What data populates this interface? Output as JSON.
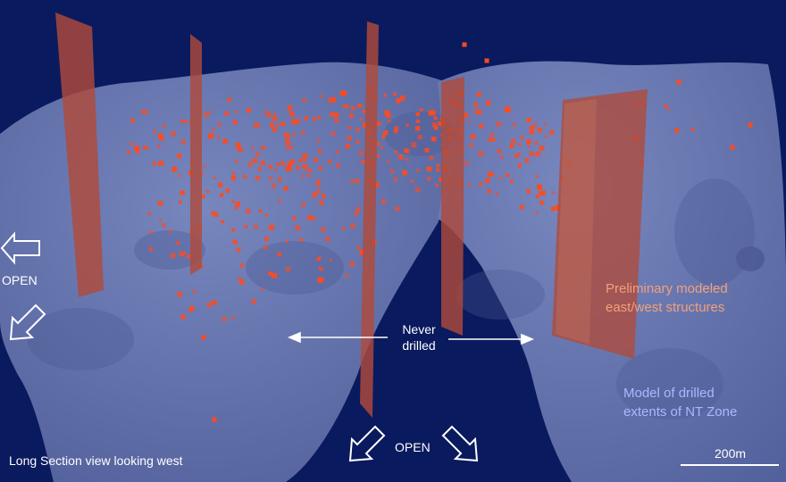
{
  "labels": {
    "open_west": "OPEN",
    "open_bottom": "OPEN",
    "never_drilled_line1": "Never",
    "never_drilled_line2": "drilled",
    "structures_line1": "Preliminary modeled",
    "structures_line2": "east/west structures",
    "model_line1": "Model of drilled",
    "model_line2": "extents of NT Zone",
    "scale_bar": "200m",
    "view_caption": "Long  Section view looking west"
  },
  "colors": {
    "background": "#0a1a5e",
    "zone_model": "#6f7fb8",
    "structure_plane": "#b04a3a",
    "drill_intercept": "#ff4a1e",
    "structures_text": "#f2a07a",
    "model_text": "#aab8ff",
    "annotation": "#ffffff"
  }
}
